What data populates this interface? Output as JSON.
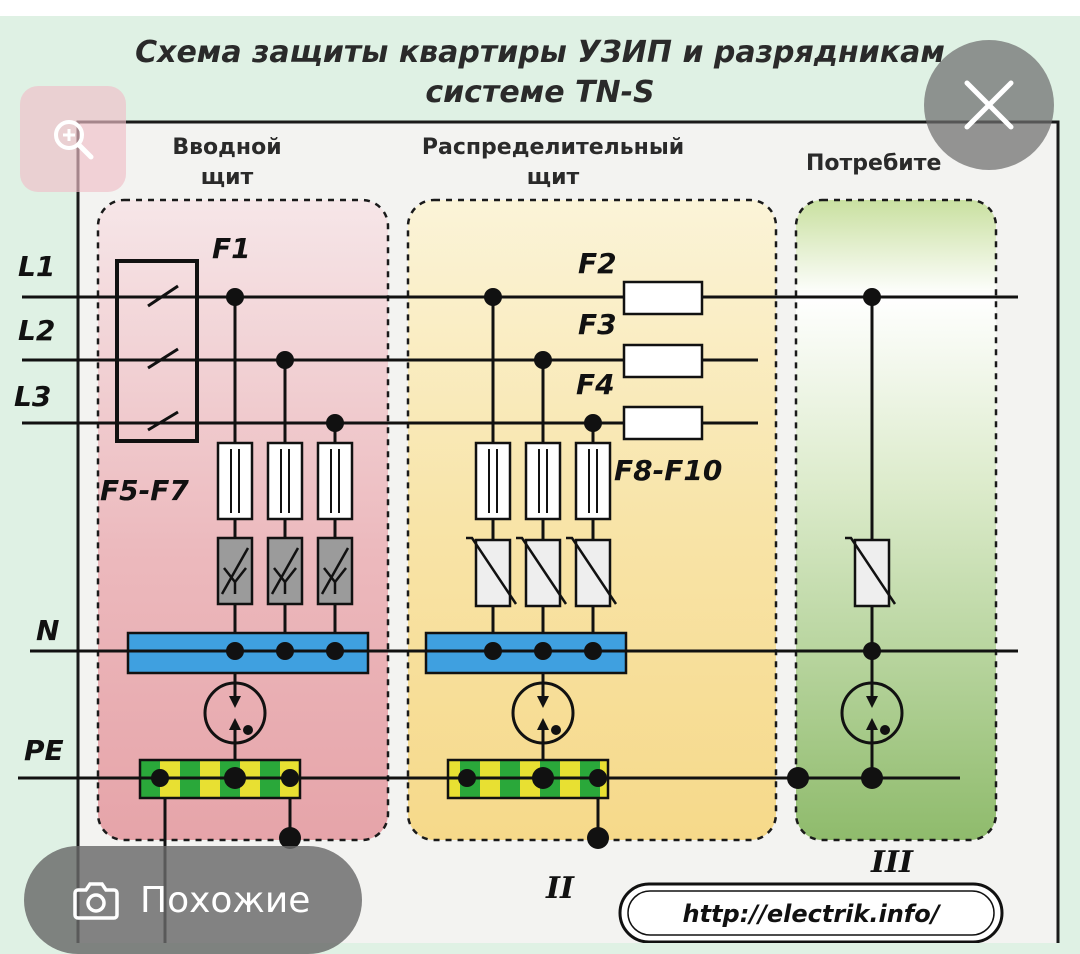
{
  "diagram": {
    "title_line1": "Схема защиты квартиры УЗИП и разрядникам",
    "title_line2": "системе TN-S",
    "sections": {
      "input_board_line1": "Вводной",
      "input_board_line2": "щит",
      "distribution_board_line1": "Распределительный",
      "distribution_board_line2": "щит",
      "consumer": "Потребите"
    },
    "bus_labels": {
      "l1": "L1",
      "l2": "L2",
      "l3": "L3",
      "n": "N",
      "pe": "PE"
    },
    "device_labels": {
      "f1": "F1",
      "f2": "F2",
      "f3": "F3",
      "f4": "F4",
      "f5_f7": "F5-F7",
      "f8_f10": "F8-F10"
    },
    "zone_labels": {
      "zone2": "II",
      "zone3": "III"
    },
    "source_url": "http://electrik.info/",
    "colors": {
      "zone1": "#e8a9ae",
      "zone2": "#f7dd94",
      "zone3": "#9cc27a",
      "n_bus": "#3fa0e0",
      "pe_green": "#2aa83a",
      "pe_yellow": "#e8e032"
    }
  },
  "overlay": {
    "similar_label": "Похожие",
    "zoom_icon": "zoom-in-icon",
    "close_icon": "close-icon",
    "camera_icon": "camera-search-icon"
  }
}
